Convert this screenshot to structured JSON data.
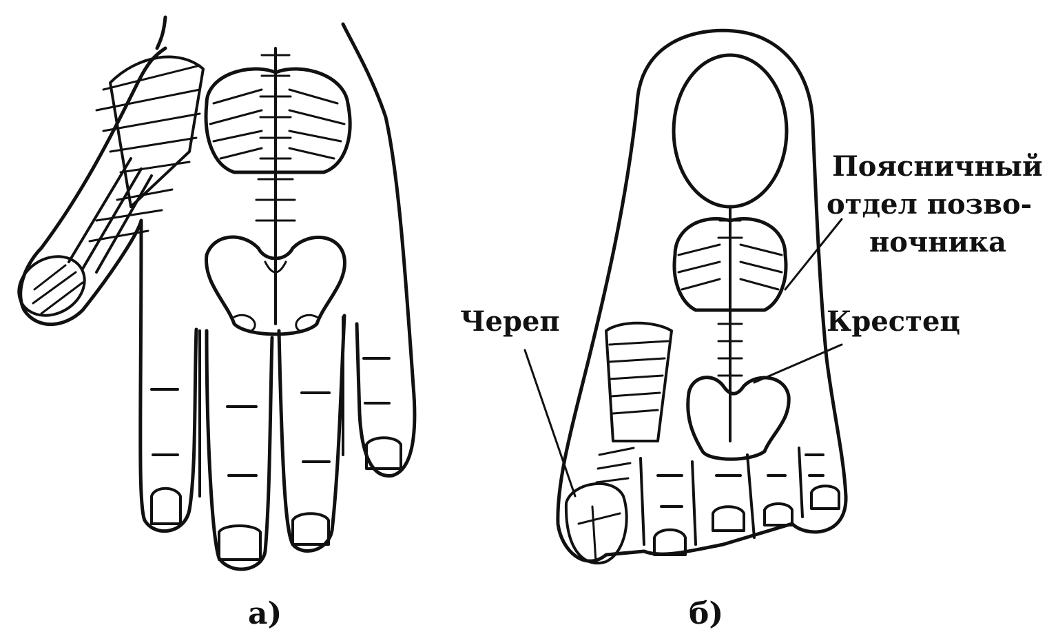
{
  "figure": {
    "panel_a": {
      "caption": "а)"
    },
    "panel_b": {
      "caption": "б)",
      "labels": {
        "skull": "Череп",
        "lumbar_line1": "Поясничный",
        "lumbar_line2": "отдел позво-",
        "lumbar_line3": "ночника",
        "sacrum": "Крестец"
      }
    }
  },
  "colors": {
    "ink": "#111111",
    "paper": "#ffffff"
  }
}
